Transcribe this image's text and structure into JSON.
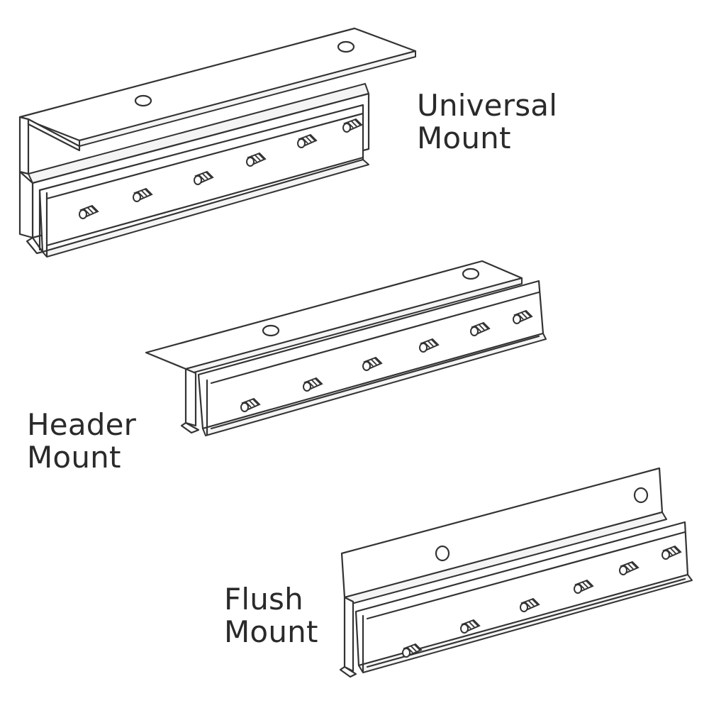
{
  "labels": {
    "universal": {
      "line1": "Universal",
      "line2": "Mount"
    },
    "header": {
      "line1": "Header",
      "line2": "Mount"
    },
    "flush": {
      "line1": "Flush",
      "line2": "Mount"
    }
  },
  "colors": {
    "ink": "#333333",
    "background": "#ffffff"
  },
  "icons": [
    "universal-mount-bracket-icon",
    "header-mount-bracket-icon",
    "flush-mount-bracket-icon",
    "stud-icon"
  ]
}
